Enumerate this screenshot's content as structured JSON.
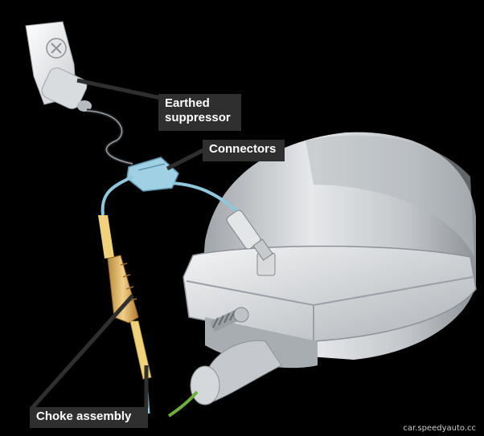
{
  "labels": {
    "earthed": "Earthed\nsuppressor",
    "connectors": "Connectors",
    "choke": "Choke assembly"
  },
  "watermark": "car.speedyauto.cc",
  "colors": {
    "background": "#000000",
    "label_bg": "#2f2f2f",
    "coil_body": "#c9ccd0",
    "choke": "#e2b15a",
    "wire": "#8fc7dd"
  }
}
